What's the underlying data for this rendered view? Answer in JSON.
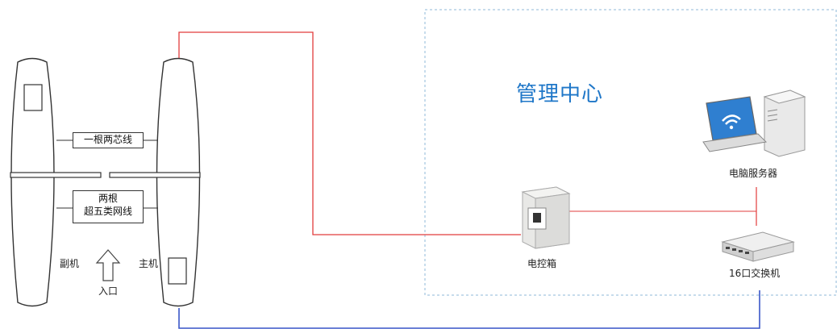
{
  "diagram": {
    "management_center_title": "管理中心",
    "labels": {
      "one_two_core_wire": "一根两芯线",
      "two_cables_line1": "两根",
      "two_cables_line2": "超五类网线",
      "secondary_unit": "副机",
      "main_unit": "主机",
      "entrance": "入口",
      "control_box": "电控箱",
      "server": "电脑服务器",
      "switch": "16口交换机"
    },
    "colors": {
      "signal_wire": "#e23c3c",
      "network_wire": "#3a56c8",
      "zone_border": "#8fb8d8",
      "title": "#1f77c8"
    }
  }
}
